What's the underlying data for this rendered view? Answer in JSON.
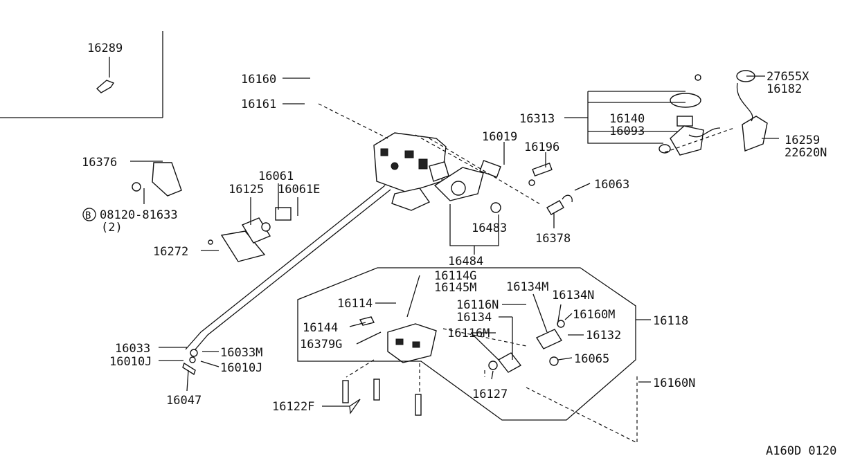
{
  "diagram_id": "A160D 0120",
  "labels": {
    "l16289": "16289",
    "l16160": "16160",
    "l16161": "16161",
    "l16376": "16376",
    "l16061": "16061",
    "l16125": "16125",
    "l16061E": "16061E",
    "lbolt": "08120-81633",
    "lbolt_qty": "(2)",
    "lbolt_mark": "B",
    "l16272": "16272",
    "l16019": "16019",
    "l16196": "16196",
    "l16063": "16063",
    "l16483": "16483",
    "l16378": "16378",
    "l16484": "16484",
    "l16313": "16313",
    "l16140": "16140",
    "l16093": "16093",
    "l27655X": "27655X",
    "l16182": "16182",
    "l16259": "16259",
    "l22620N": "22620N",
    "l16114G": "16114G",
    "l16145M": "16145M",
    "l16114": "16114",
    "l16144": "16144",
    "l16379G": "16379G",
    "l16116N": "16116N",
    "l16134": "16134",
    "l16116M": "16116M",
    "l16134M": "16134M",
    "l16134N": "16134N",
    "l16160M": "16160M",
    "l16132": "16132",
    "l16118": "16118",
    "l16065": "16065",
    "l16127": "16127",
    "l16160N": "16160N",
    "l16033": "16033",
    "l16033M": "16033M",
    "l16010J_l": "16010J",
    "l16010J_r": "16010J",
    "l16047": "16047",
    "l16122F": "16122F"
  }
}
